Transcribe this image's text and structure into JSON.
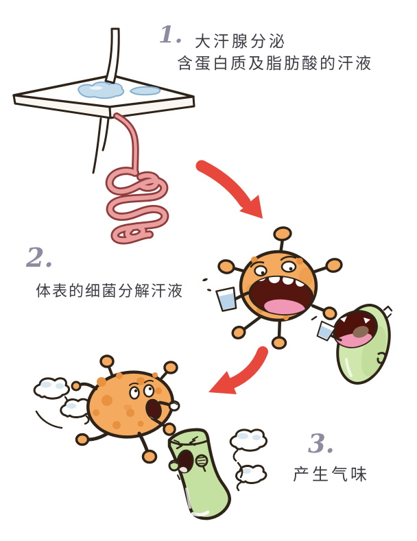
{
  "figure": {
    "background": "#ffffff",
    "steps": [
      {
        "number": "1.",
        "line1": "大汗腺分泌",
        "line2": "含蛋白质及脂肪酸的汗液"
      },
      {
        "number": "2.",
        "line1": "体表的细菌分解汗液"
      },
      {
        "number": "3.",
        "line1": "产生气味"
      }
    ],
    "colors": {
      "background": "#ffffff",
      "arrow": "#e8473b",
      "step_number": "#8e8ba1",
      "step_text": "#3c3c44",
      "outline": "#2e2318",
      "bacteria_body_orange": "#f4ab60",
      "bacteria_spots_orange": "#e8913f",
      "bacteria_body_green": "#cfe7ac",
      "sock_green": "#c5e1a2",
      "sweat_blue": "#c3dded",
      "cup_liquid_blue": "#b9d4ea",
      "gland_tube_pink": "#eb9e9e",
      "gland_tube_outline": "#8f3c3c",
      "mouth_dark": "#54160e",
      "tongue_pink": "#ef97b4"
    }
  }
}
